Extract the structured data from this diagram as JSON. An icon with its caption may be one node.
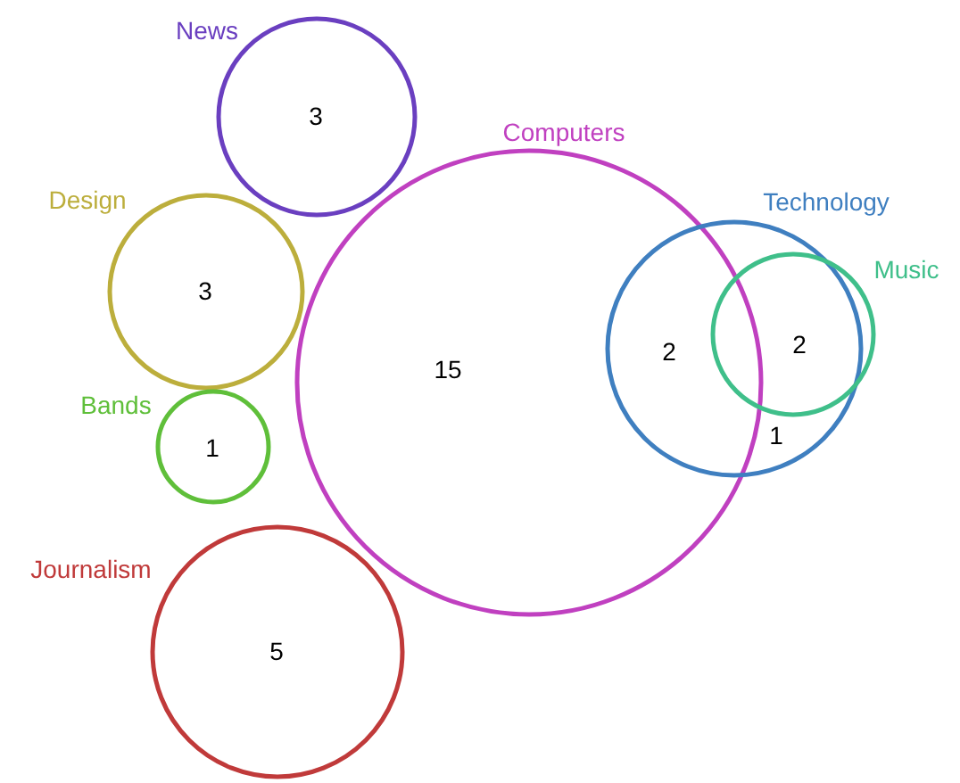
{
  "diagram": {
    "nodes": [
      {
        "text": [
          "News",
          "3"
        ]
      },
      {
        "text": [
          "Computers",
          "15"
        ]
      },
      {
        "text": [
          "Technology",
          "2",
          "1"
        ]
      },
      {
        "text": [
          "Design",
          "3"
        ]
      },
      {
        "text": [
          "Music",
          "2"
        ]
      },
      {
        "text": [
          "Bands",
          "1"
        ]
      },
      {
        "text": [
          "Journalism",
          "5"
        ]
      }
    ]
  }
}
